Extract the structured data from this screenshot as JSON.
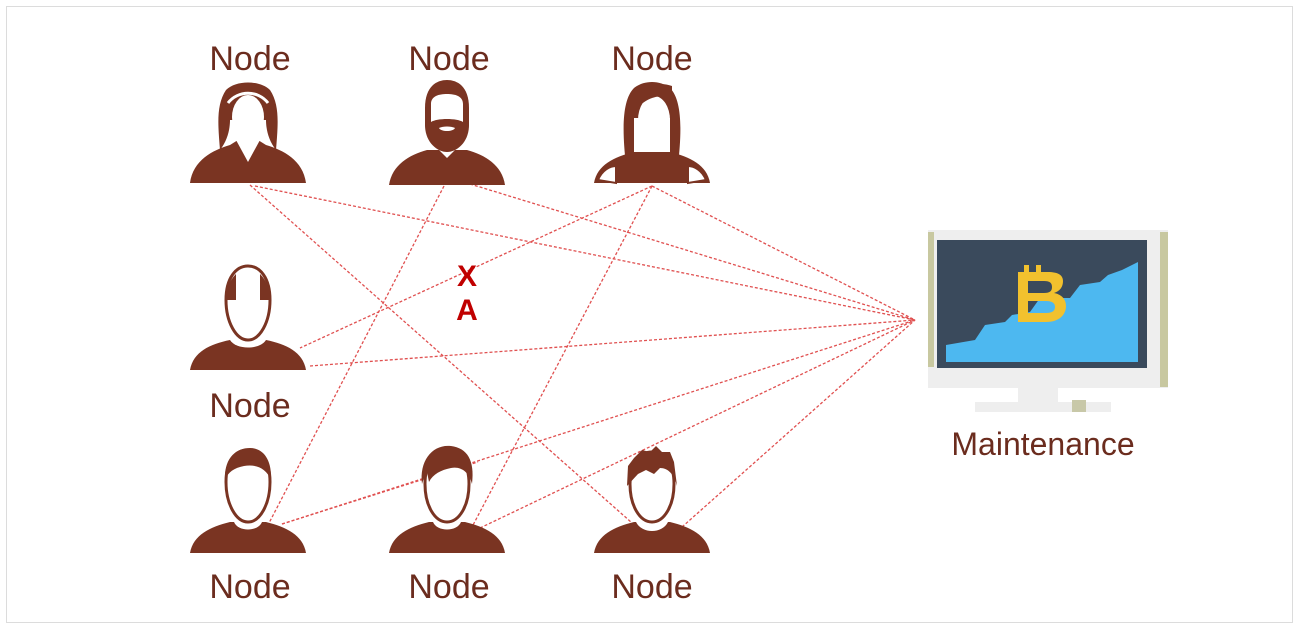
{
  "diagram": {
    "node_label": "Node",
    "server_label": "Maintenance",
    "attack_mark_top": "X",
    "attack_mark_bottom": "A",
    "colors": {
      "person": "#7a3422",
      "label": "#6b2c1e",
      "link": "#e05050",
      "mark": "#c00000",
      "screen": "#3a4a5c",
      "chart": "#4db8f0",
      "coin": "#f2c12e",
      "monitor": "#eeeeee",
      "stand": "#c8c8a8"
    },
    "nodes": [
      {
        "id": "n1",
        "label": "Node",
        "icon": "woman-headband-icon"
      },
      {
        "id": "n2",
        "label": "Node",
        "icon": "bearded-man-icon"
      },
      {
        "id": "n3",
        "label": "Node",
        "icon": "woman-long-hair-icon"
      },
      {
        "id": "n4",
        "label": "Node",
        "icon": "bald-man-icon"
      },
      {
        "id": "n5",
        "label": "Node",
        "icon": "man-short-hair-icon"
      },
      {
        "id": "n6",
        "label": "Node",
        "icon": "man-parted-hair-icon"
      },
      {
        "id": "n7",
        "label": "Node",
        "icon": "man-spiky-hair-icon"
      }
    ],
    "server": {
      "id": "maint",
      "label": "Maintenance",
      "icon": "monitor-bitcoin-chart-icon"
    },
    "links": [
      [
        "n1",
        "n7"
      ],
      [
        "n1",
        "maint"
      ],
      [
        "n2",
        "n5"
      ],
      [
        "n2",
        "maint"
      ],
      [
        "n3",
        "n4"
      ],
      [
        "n3",
        "n6"
      ],
      [
        "n3",
        "maint"
      ],
      [
        "n4",
        "maint"
      ],
      [
        "n5",
        "n6"
      ],
      [
        "n5",
        "maint"
      ],
      [
        "n6",
        "maint"
      ],
      [
        "n7",
        "maint"
      ]
    ]
  }
}
